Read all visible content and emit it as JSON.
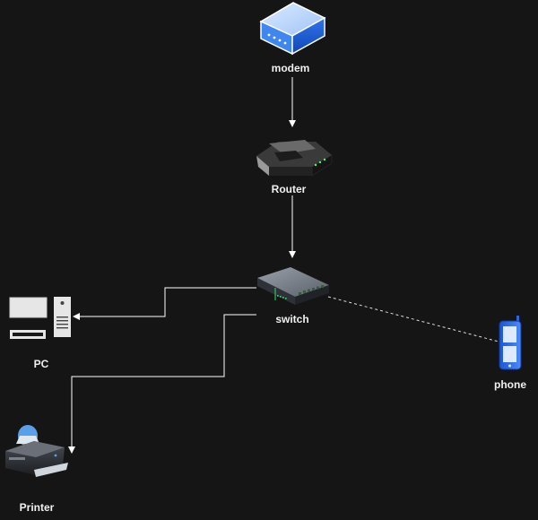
{
  "nodes": {
    "modem": {
      "label": "modem",
      "icon": "modem-icon"
    },
    "router": {
      "label": "Router",
      "icon": "router-icon"
    },
    "switch": {
      "label": "switch",
      "icon": "network-switch-icon"
    },
    "pc": {
      "label": "PC",
      "icon": "desktop-computer-icon"
    },
    "printer": {
      "label": "Printer",
      "icon": "printer-icon"
    },
    "phone": {
      "label": "phone",
      "icon": "mobile-phone-icon"
    }
  },
  "edges": [
    {
      "from": "modem",
      "to": "router",
      "style": "solid",
      "arrow": true
    },
    {
      "from": "router",
      "to": "switch",
      "style": "solid",
      "arrow": true
    },
    {
      "from": "switch",
      "to": "pc",
      "style": "solid",
      "arrow": true
    },
    {
      "from": "switch",
      "to": "printer",
      "style": "solid",
      "arrow": true
    },
    {
      "from": "switch",
      "to": "phone",
      "style": "dashed",
      "arrow": false
    }
  ],
  "colors": {
    "background": "#151515",
    "edge": "#ffffff",
    "label": "#f0f0f0"
  }
}
